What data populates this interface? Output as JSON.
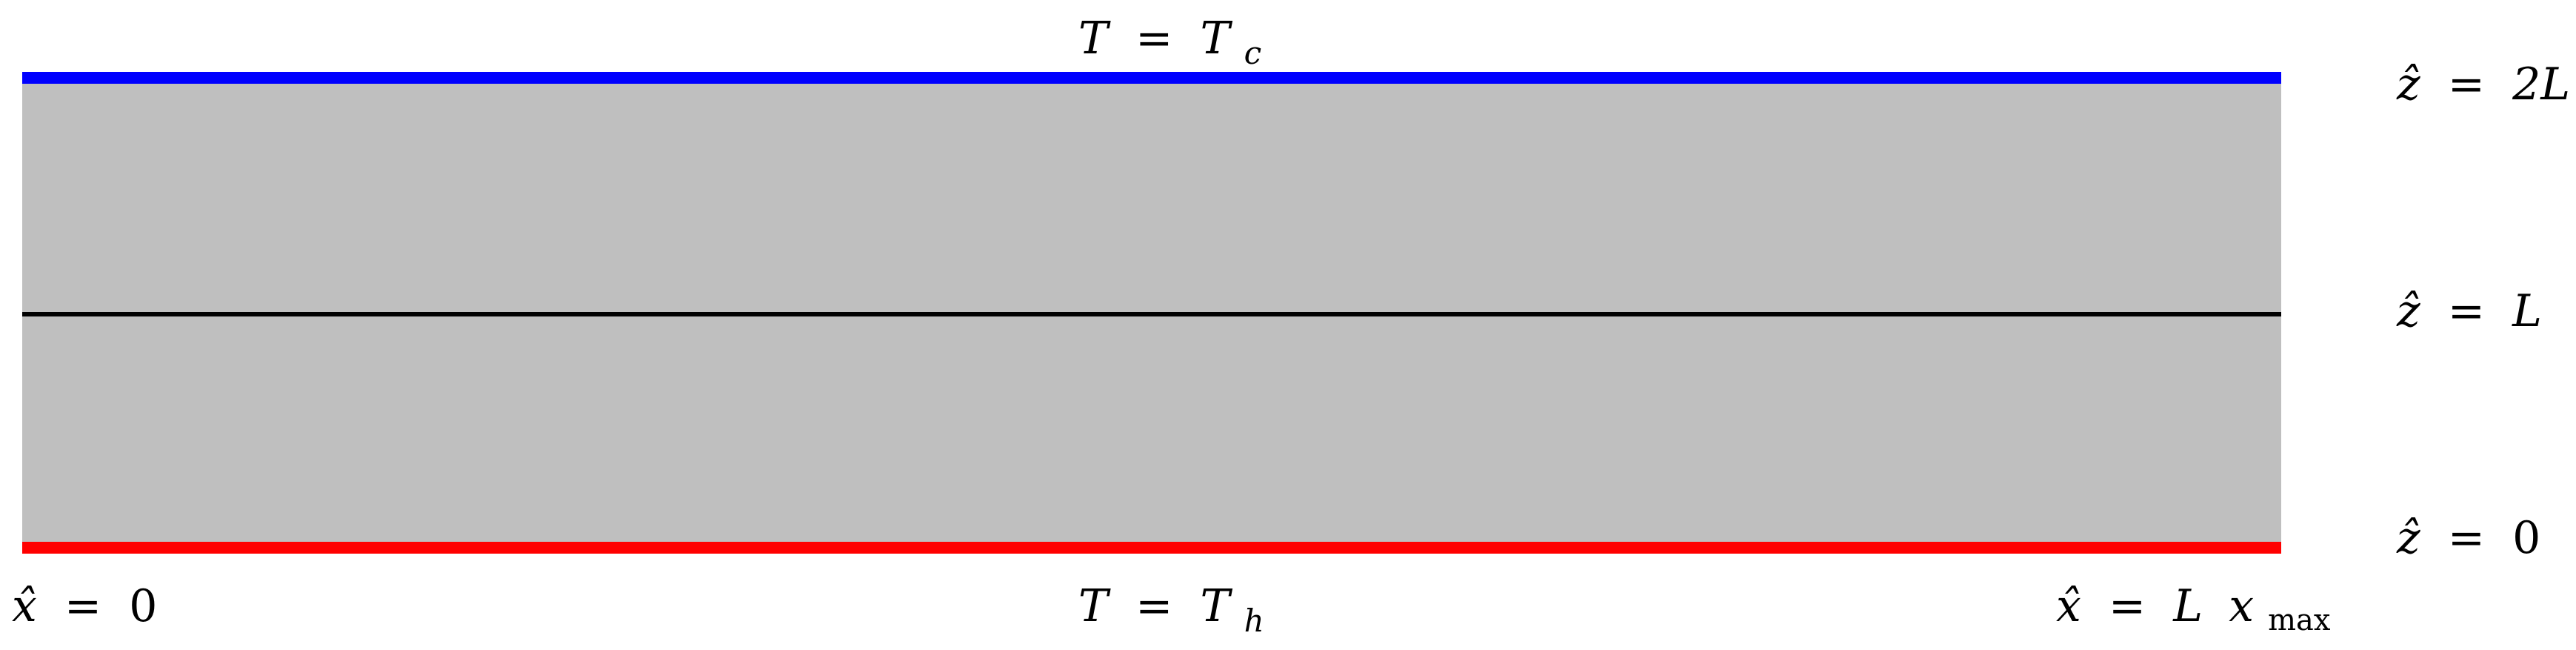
{
  "diagram": {
    "colors": {
      "domain_fill": "#bfbfbf",
      "top_wall": "#0000ff",
      "bottom_wall": "#ff0000",
      "interface_line": "#000000",
      "text": "#000000"
    },
    "labels": {
      "top_bc": {
        "lhs": "T",
        "eq": "=",
        "rhs": "T",
        "sub": "c"
      },
      "bottom_bc": {
        "lhs": "T",
        "eq": "=",
        "rhs": "T",
        "sub": "h"
      },
      "z_top": {
        "var": "ẑ",
        "eq": "=",
        "val": "2L"
      },
      "z_mid": {
        "var": "ẑ",
        "eq": "=",
        "val": "L"
      },
      "z_bottom": {
        "var": "ẑ",
        "eq": "=",
        "val": "0"
      },
      "x_left": {
        "var": "x̂",
        "eq": "=",
        "val": "0"
      },
      "x_right": {
        "var": "x̂",
        "eq": "=",
        "val": "L",
        "factor": "x",
        "factor_sub": "max"
      }
    }
  }
}
